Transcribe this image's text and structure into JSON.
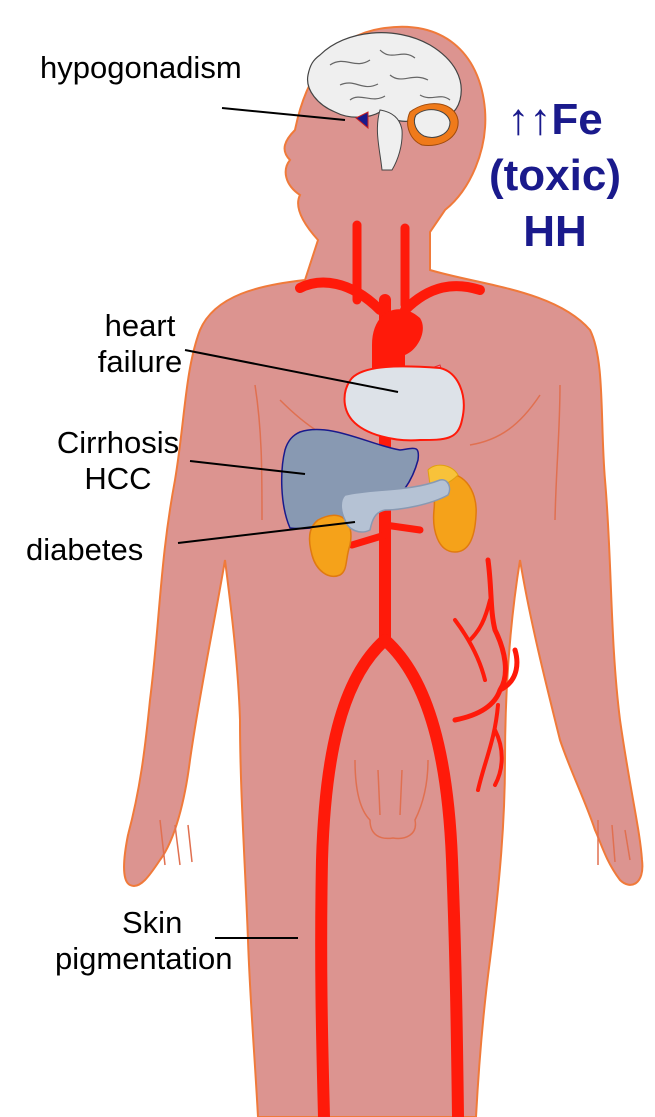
{
  "title": {
    "line1": "↑↑Fe",
    "line2": "(toxic)",
    "line3": "HH",
    "color": "#1a1a8c"
  },
  "labels": {
    "hypogonadism": "hypogonadism",
    "heart_line1": "heart",
    "heart_line2": "failure",
    "cirrhosis_line1": "Cirrhosis",
    "cirrhosis_line2": "HCC",
    "diabetes": "diabetes",
    "skin_line1": "Skin",
    "skin_line2": "pigmentation"
  },
  "colors": {
    "body": "#dc9490",
    "body_outline": "#f07a3a",
    "artery": "#ff1a0a",
    "heart": "#dde2e8",
    "liver": "#8899b2",
    "pancreas": "#b5c2d4",
    "kidney": "#f5a21a",
    "brain": "#efefef",
    "cerebellum": "#ef7a1a"
  }
}
